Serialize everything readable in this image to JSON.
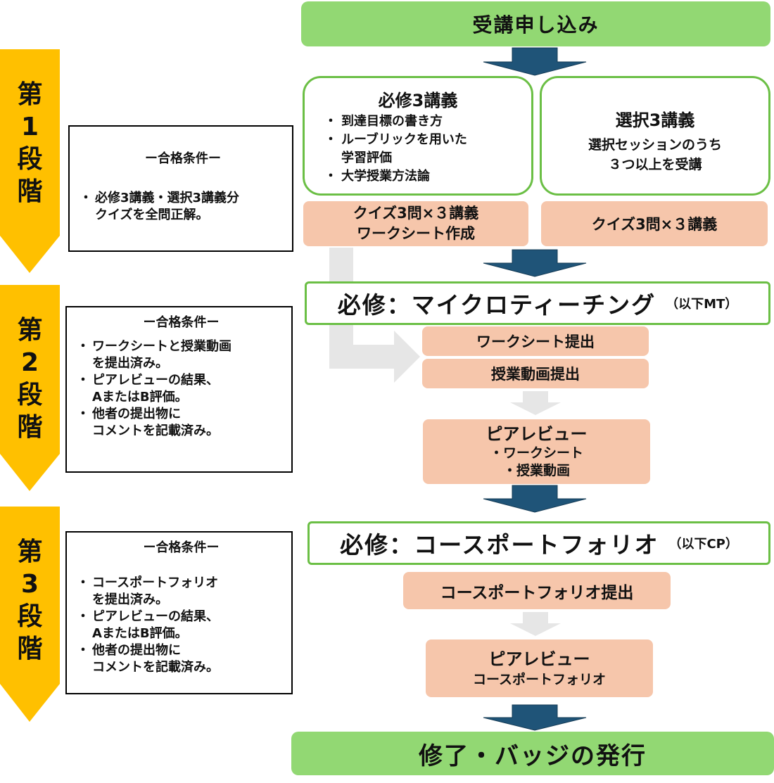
{
  "top_banner": "受講申し込み",
  "bottom_banner": "修了・バッジの発行",
  "stages": [
    {
      "chars": [
        "第",
        "1",
        "段",
        "階"
      ]
    },
    {
      "chars": [
        "第",
        "2",
        "段",
        "階"
      ]
    },
    {
      "chars": [
        "第",
        "3",
        "段",
        "階"
      ]
    }
  ],
  "conditions": [
    {
      "title": "ー合格条件ー",
      "items": [
        "必修3講義・選択3講義分\nクイズを全問正解。"
      ]
    },
    {
      "title": "ー合格条件ー",
      "items": [
        "ワークシートと授業動画\nを提出済み。",
        "ピアレビューの結果、\nAまたはB評価。",
        "他者の提出物に\nコメントを記載済み。"
      ]
    },
    {
      "title": "ー合格条件ー",
      "items": [
        "コースポートフォリオ\nを提出済み。",
        "ピアレビューの結果、\nAまたはB評価。",
        "他者の提出物に\nコメントを記載済み。"
      ]
    }
  ],
  "stage1": {
    "required": {
      "title": "必修3講義",
      "items": [
        "到達目標の書き方",
        "ルーブリックを用いた\n学習評価",
        "大学授業方法論"
      ]
    },
    "elective": {
      "title": "選択3講義",
      "desc": "選択セッションのうち\n３つ以上を受講"
    },
    "required_task": "クイズ3問×３講義\nワークシート作成",
    "elective_task": "クイズ3問×３講義"
  },
  "stage2": {
    "bar_main": "必修：マイクロティーチング",
    "bar_note": "（以下MT）",
    "task1": "ワークシート提出",
    "task2": "授業動画提出",
    "review_title": "ピアレビュー",
    "review_items": [
      "・ワークシート",
      "・授業動画"
    ]
  },
  "stage3": {
    "bar_main": "必修：コースポートフォリオ",
    "bar_note": "（以下CP）",
    "task1": "コースポートフォリオ提出",
    "review_title": "ピアレビュー",
    "review_sub": "コースポートフォリオ"
  },
  "colors": {
    "banner_green": "#92d873",
    "box_border_green": "#6bbf45",
    "stage_yellow": "#ffc000",
    "task_salmon": "#f6c6ab",
    "arrow_navy": "#1f5478",
    "arrow_gray": "#e6e6e6"
  }
}
